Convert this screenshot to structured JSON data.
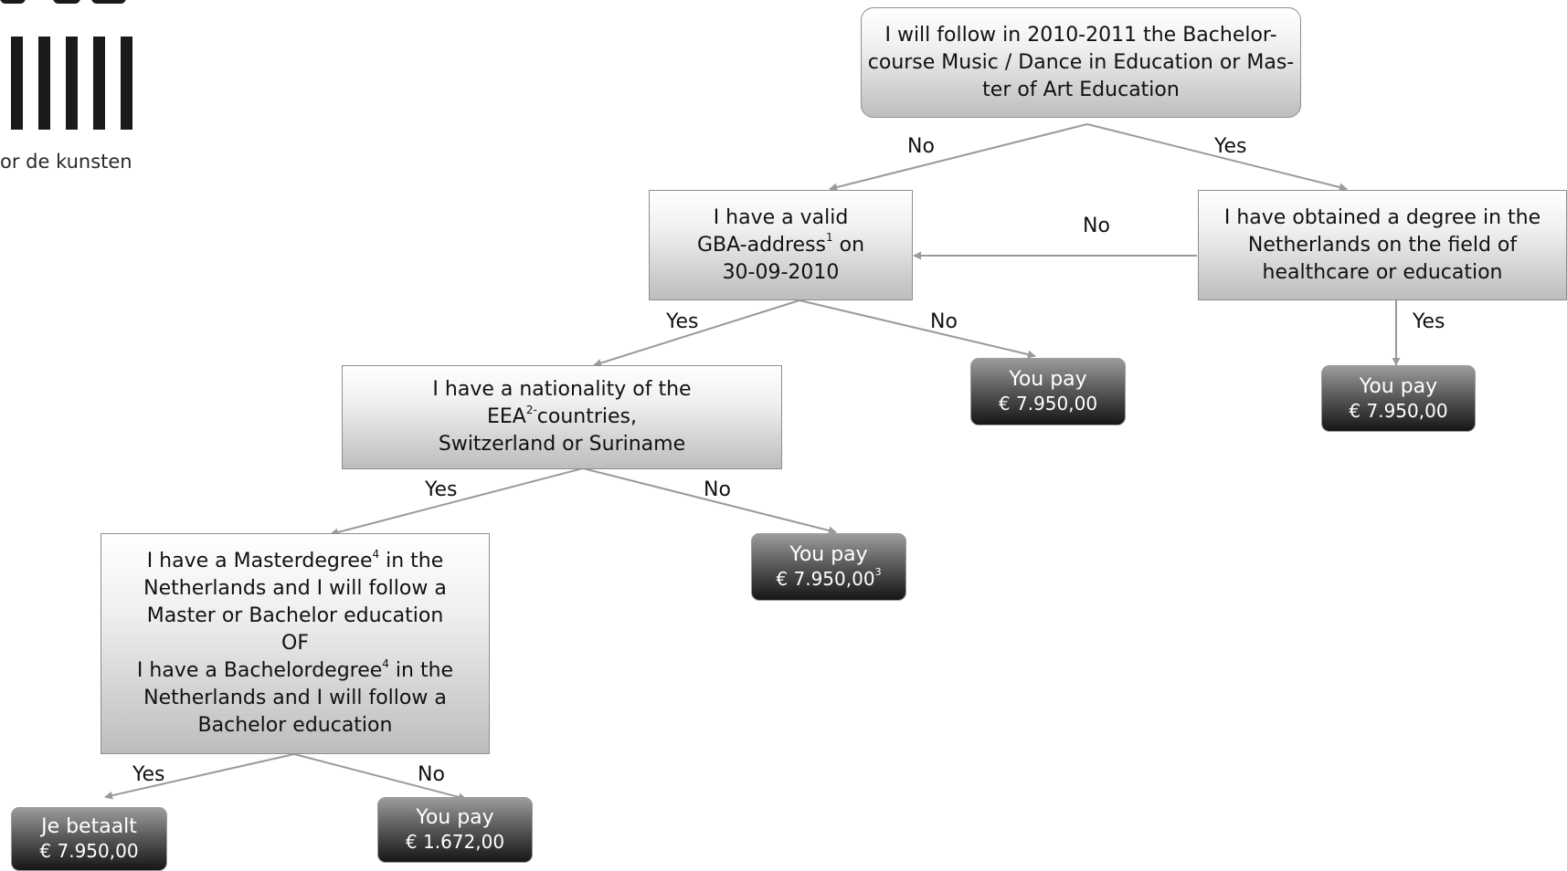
{
  "logo": {
    "tagline": "or de kunsten"
  },
  "nodes": {
    "start": {
      "lines": [
        "I will follow in 2010-2011 the Bachelor-",
        "course Music / Dance in Education or Mas-",
        "ter of Art Education"
      ]
    },
    "gba": {
      "line1": "I have a valid",
      "line2_pre": "GBA-address",
      "line2_sup": "1",
      "line2_post": " on",
      "line3": "30-09-2010"
    },
    "degree_nl": {
      "lines": [
        "I have obtained a degree in the",
        "Netherlands on the field of",
        "healthcare or education"
      ]
    },
    "nationality": {
      "line1": "I have a nationality of the",
      "line2_pre": "EEA",
      "line2_sup": "2-",
      "line2_post": "countries,",
      "line3": "Switzerland or Suriname"
    },
    "master": {
      "line1_pre": "I have a Masterdegree",
      "line1_sup": "4",
      "line1_post": " in the",
      "line2": "Netherlands and I will follow a",
      "line3": "Master or Bachelor education",
      "line4": "OF",
      "line5_pre": "I have a Bachelordegree",
      "line5_sup": "4",
      "line5_post": " in the",
      "line6": "Netherlands and I will follow a",
      "line7": "Bachelor education"
    }
  },
  "outcomes": {
    "gba_no": {
      "label": "You pay",
      "amount": "€ 7.950,00"
    },
    "degree_yes": {
      "label": "You pay",
      "amount": "€ 7.950,00"
    },
    "nationality_no": {
      "label": "You pay",
      "amount": "€ 7.950,00",
      "sup": "3"
    },
    "master_yes": {
      "label": "Je betaalt",
      "amount": "€ 7.950,00"
    },
    "master_no": {
      "label": "You pay",
      "amount": "€ 1.672,00"
    }
  },
  "edge_labels": {
    "start_no": "No",
    "start_yes": "Yes",
    "degree_no": "No",
    "degree_yes": "Yes",
    "gba_yes": "Yes",
    "gba_no": "No",
    "nationality_yes": "Yes",
    "nationality_no": "No",
    "master_yes": "Yes",
    "master_no": "No"
  },
  "colors": {
    "edge": "#9a9a9a",
    "box_border": "#8e8e8e",
    "outcome_dark": "#161616"
  }
}
